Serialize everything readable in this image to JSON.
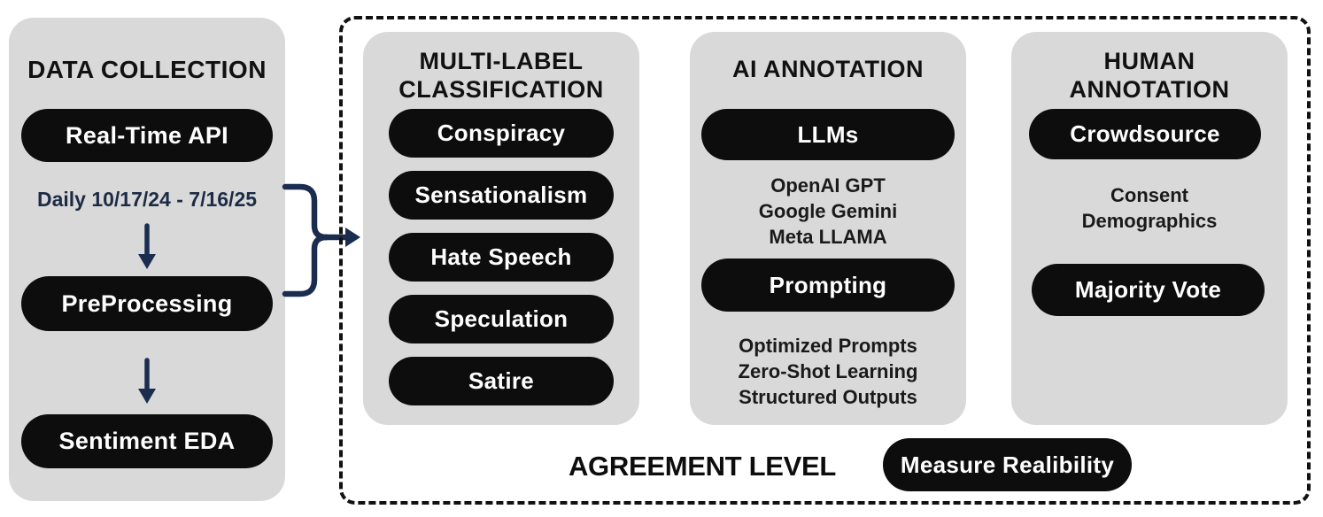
{
  "colors": {
    "panel_gray": "#d9d9d9",
    "pill_black": "#0d0d0d",
    "navy_arrow": "#1b2d4f",
    "heading_black": "#111111"
  },
  "icons": {
    "down_arrow": "down-arrow-icon",
    "merge_arrow": "merge-arrow-icon"
  },
  "data_collection": {
    "title": "DATA COLLECTION",
    "api_pill": "Real-Time API",
    "date_range": "Daily 10/17/24 - 7/16/25",
    "preprocessing_pill": "PreProcessing",
    "sentiment_pill": "Sentiment EDA"
  },
  "classification": {
    "title": "MULTI-LABEL CLASSIFICATION",
    "pills": [
      "Conspiracy",
      "Sensationalism",
      "Hate Speech",
      "Speculation",
      "Satire"
    ]
  },
  "ai_annotation": {
    "title": "AI ANNOTATION",
    "llms_pill": "LLMs",
    "llm_lines": [
      "OpenAI GPT",
      "Google Gemini",
      "Meta LLAMA"
    ],
    "prompting_pill": "Prompting",
    "prompt_lines": [
      "Optimized Prompts",
      "Zero-Shot Learning",
      "Structured Outputs"
    ]
  },
  "human_annotation": {
    "title": "HUMAN ANNOTATION",
    "crowdsource_pill": "Crowdsource",
    "detail_lines": [
      "Consent",
      "Demographics"
    ],
    "majority_pill": "Majority Vote"
  },
  "agreement": {
    "label": "AGREEMENT LEVEL",
    "pill": "Measure Realibility"
  }
}
